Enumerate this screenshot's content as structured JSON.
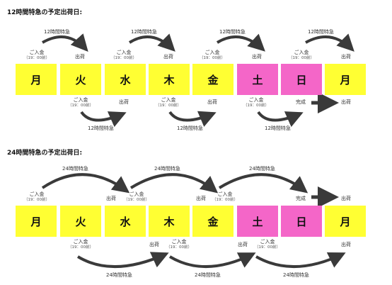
{
  "colors": {
    "weekday": "#ffff33",
    "weekend": "#f466c8",
    "arrow": "#3a3a3a"
  },
  "sections": [
    {
      "title": "12時間特急の予定出荷日:",
      "days": [
        "月",
        "火",
        "水",
        "木",
        "金",
        "土",
        "日",
        "月"
      ],
      "top_labels": [
        {
          "text": "ご入金",
          "sub": "（19：00前）"
        },
        {
          "text": "出荷"
        },
        {
          "text": "ご入金",
          "sub": "（19：00前）"
        },
        {
          "text": "出荷"
        },
        {
          "text": "ご入金",
          "sub": "（19：00前）"
        },
        {
          "text": "出荷"
        },
        {
          "text": "ご入金",
          "sub": "（19：00前）"
        },
        {
          "text": "出荷"
        }
      ],
      "top_arrow_text": [
        "12時間特急",
        "12時間特急",
        "12時間特急",
        "12時間特急"
      ],
      "bottom_labels": [
        {
          "text": "ご入金",
          "sub": "（19：00前）"
        },
        {
          "text": "出荷"
        },
        {
          "text": "ご入金",
          "sub": "（19：00前）"
        },
        {
          "text": "出荷"
        },
        {
          "text": "ご入金",
          "sub": "（19：00前）"
        },
        {
          "text": "完成"
        },
        {
          "text": "出荷"
        }
      ],
      "bottom_arrow_text": [
        "12時間特急",
        "12時間特急",
        "12時間特急"
      ]
    },
    {
      "title": "24時間特急の予定出荷日:",
      "days": [
        "月",
        "火",
        "水",
        "木",
        "金",
        "土",
        "日",
        "月"
      ],
      "top_labels": [
        {
          "text": "ご入金",
          "sub": "（19：00前）"
        },
        {
          "text": "出荷"
        },
        {
          "text": "ご入金",
          "sub": "（19：00前）"
        },
        {
          "text": "出荷"
        },
        {
          "text": "ご入金",
          "sub": "（19：00前）"
        },
        {
          "text": "完成"
        },
        {
          "text": "出荷"
        }
      ],
      "top_arrow_text": [
        "24時間特急",
        "24時間特急",
        "24時間特急"
      ],
      "bottom_labels": [
        {
          "text": "ご入金",
          "sub": "（19：00前）"
        },
        {
          "text": "出荷"
        },
        {
          "text": "ご入金",
          "sub": "（19：00前）"
        },
        {
          "text": "出荷"
        },
        {
          "text": "ご入金",
          "sub": "（19：00前）"
        },
        {
          "text": "出荷"
        }
      ],
      "bottom_arrow_text": [
        "24時間特急",
        "24時間特急",
        "24時間特急"
      ]
    }
  ]
}
